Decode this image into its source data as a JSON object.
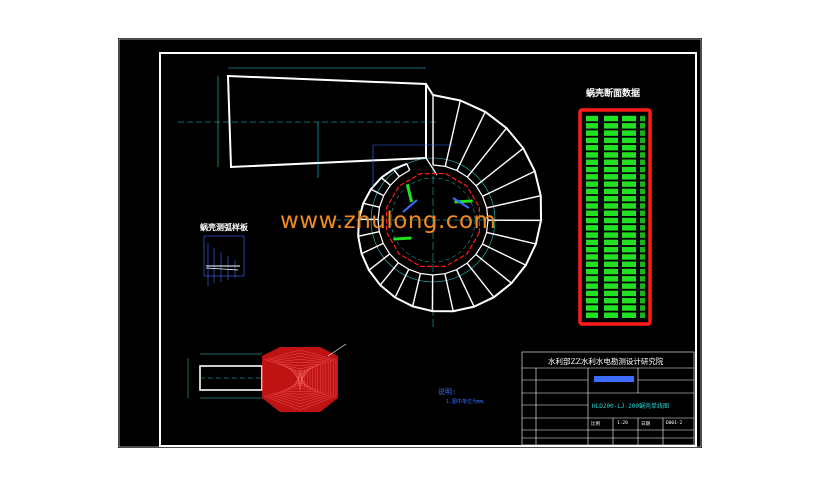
{
  "watermark": "www.zhulong.com",
  "right_table": {
    "title": "蜗壳断面数据",
    "rows": 28
  },
  "left_label": "蜗壳测弧样板",
  "note": {
    "heading": "说明:",
    "line1": "1.图中单位为mm。"
  },
  "title_block": {
    "org": "水利部ZZ水利水电勘测设计研究院",
    "drawing_title": "HLD200-LJ-200蜗壳单线图",
    "scale_label": "比例",
    "scale": "1:20",
    "date_label": "日期",
    "drawing_no": "D001-2"
  },
  "colors": {
    "background": "#000000",
    "frame": "#ffffff",
    "red": "#ff1a1a",
    "green": "#22e022",
    "cyan": "#29d3d3",
    "blue": "#3b6cff",
    "orange": "#f08a1e"
  }
}
